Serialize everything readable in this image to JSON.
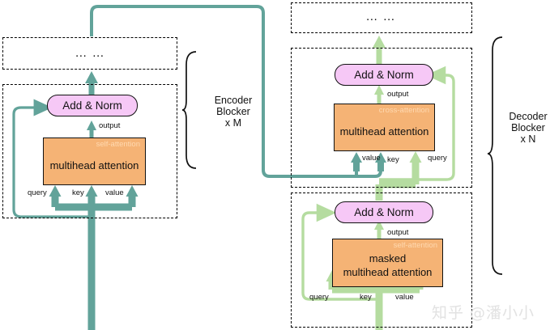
{
  "diagram": {
    "title": "Transformer Encoder-Decoder Block Diagram",
    "colors": {
      "encoder_arrow": "#62a39a",
      "decoder_arrow": "#b5dca0",
      "attention_box": "#f5b375",
      "addnorm_box": "#f6c8f6",
      "box_border": "#111111",
      "tag_text": "#ffd9b0",
      "watermark": "#e2e2e2"
    },
    "encoder": {
      "stack_placeholder": "… …",
      "addnorm_label": "Add & Norm",
      "output_label": "output",
      "attention_tag": "self-attention",
      "attention_label": "multihead attention",
      "inputs": [
        "query",
        "key",
        "value"
      ],
      "side_label": "Encoder\nBlocker\nx M",
      "side_label_lines": [
        "Encoder",
        "Blocker",
        "x M"
      ]
    },
    "decoder": {
      "stack_placeholder": "… …",
      "cross": {
        "addnorm_label": "Add & Norm",
        "output_label": "output",
        "attention_tag": "cross-attention",
        "attention_label": "multihead attention",
        "inputs": [
          "value",
          "key",
          "query"
        ]
      },
      "masked": {
        "addnorm_label": "Add & Norm",
        "output_label": "output",
        "attention_tag": "self-attention",
        "attention_label_line1": "masked",
        "attention_label_line2": "multihead attention",
        "inputs": [
          "query",
          "key",
          "value"
        ]
      },
      "side_label_lines": [
        "Decoder",
        "Blocker",
        "x N"
      ]
    },
    "watermark": "知乎 @潘小小"
  }
}
